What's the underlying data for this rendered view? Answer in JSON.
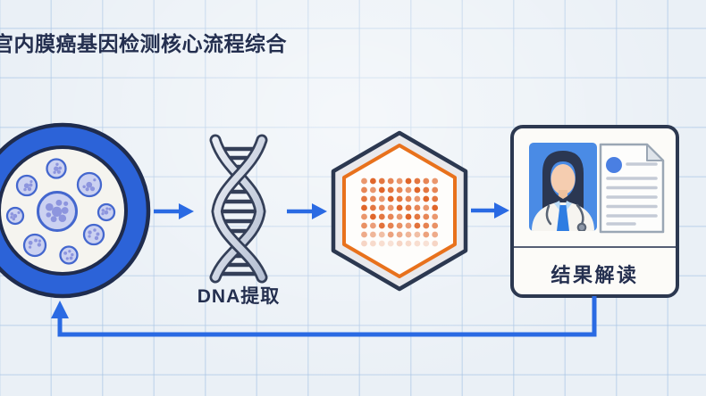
{
  "title": {
    "text": "宫内膜癌基因检测核心流程综合"
  },
  "flow": {
    "steps": [
      {
        "id": "sample",
        "icon": "sample-cells-dish-icon",
        "label": ""
      },
      {
        "id": "dna",
        "icon": "dna-helix-icon",
        "label": "DNA提取"
      },
      {
        "id": "chip",
        "icon": "microarray-chip-icon",
        "label": ""
      },
      {
        "id": "report",
        "icon": "doctor-report-card-icon",
        "label": "结果解读"
      }
    ],
    "connectors": [
      {
        "from": "sample",
        "to": "dna",
        "type": "arrow-right"
      },
      {
        "from": "dna",
        "to": "chip",
        "type": "arrow-right"
      },
      {
        "from": "chip",
        "to": "report",
        "type": "arrow-right"
      },
      {
        "from": "report",
        "to": "sample",
        "type": "feedback-loop"
      }
    ]
  },
  "colors": {
    "bg": "#eaf0f6",
    "grid": "rgba(170,197,228,0.5)",
    "textNavy": "#242f4f",
    "outlineNavy": "#2c3850",
    "accentBlue": "#2a6ae3",
    "ringBlue": "#2c63d8",
    "dishWhite": "#f5f4ef",
    "cellFill": "#cbd1f1",
    "cellStroke": "#4467ce",
    "cellDot": "#8d95de",
    "strandLight": "#c9d1e0",
    "hexGray": "#e9e9ec",
    "hexWhite": "#fefdfb",
    "orange": "#e8711c",
    "dotOrange": "#e0662a",
    "cardWhite": "#fcfbf8",
    "photoBlue": "#4a8be5",
    "hairNavy": "#2b3752",
    "skin": "#f5cdb0",
    "coatWhite": "#f6f4f0",
    "tieBlue": "#2f7de2",
    "docLine": "#c5cbd6",
    "docStroke": "#9aa6b4",
    "docCircle": "#4a7fe2",
    "stetho": "#5a6474"
  }
}
